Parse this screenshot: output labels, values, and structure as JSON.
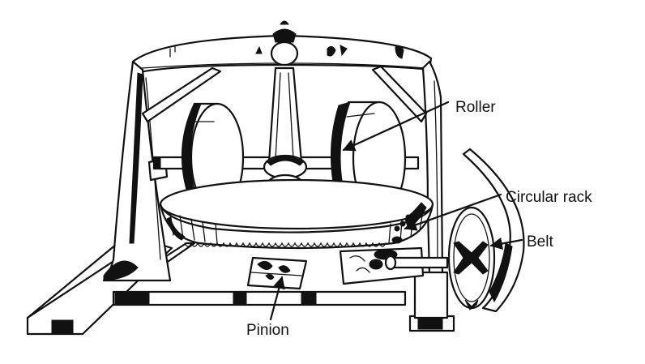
{
  "labels": {
    "roller": "Roller",
    "circular_rack": "Circular rack",
    "belt": "Belt",
    "pinion": "Pinion"
  },
  "colors": {
    "ink": "#111111",
    "paper": "#ffffff"
  }
}
